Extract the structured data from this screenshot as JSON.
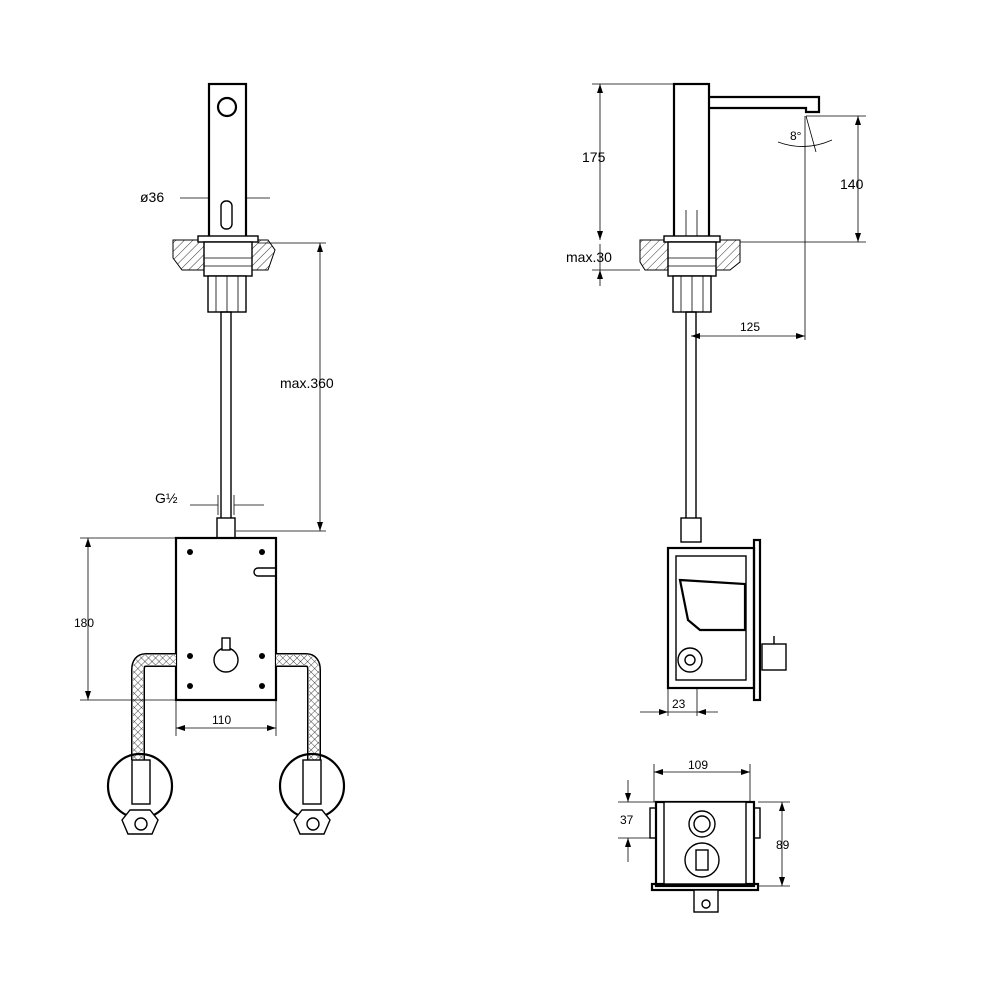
{
  "dimensions": {
    "spout_diameter": "ø36",
    "max_pipe_length": "max.360",
    "connection_thread": "G½",
    "box_height": "180",
    "box_width_front": "110",
    "spout_height": "175",
    "spout_height_above_counter": "140",
    "max_counter_thickness": "max.30",
    "spout_reach": "125",
    "box_depth_offset": "23",
    "box_width_top": "109",
    "box_top_offset": "37",
    "box_depth_top": "89",
    "angle": "8°"
  },
  "icons": {
    "front_view": "faucet-front-view",
    "side_view": "faucet-side-view",
    "top_view": "box-top-view",
    "valves": "angle-valve-icon"
  }
}
